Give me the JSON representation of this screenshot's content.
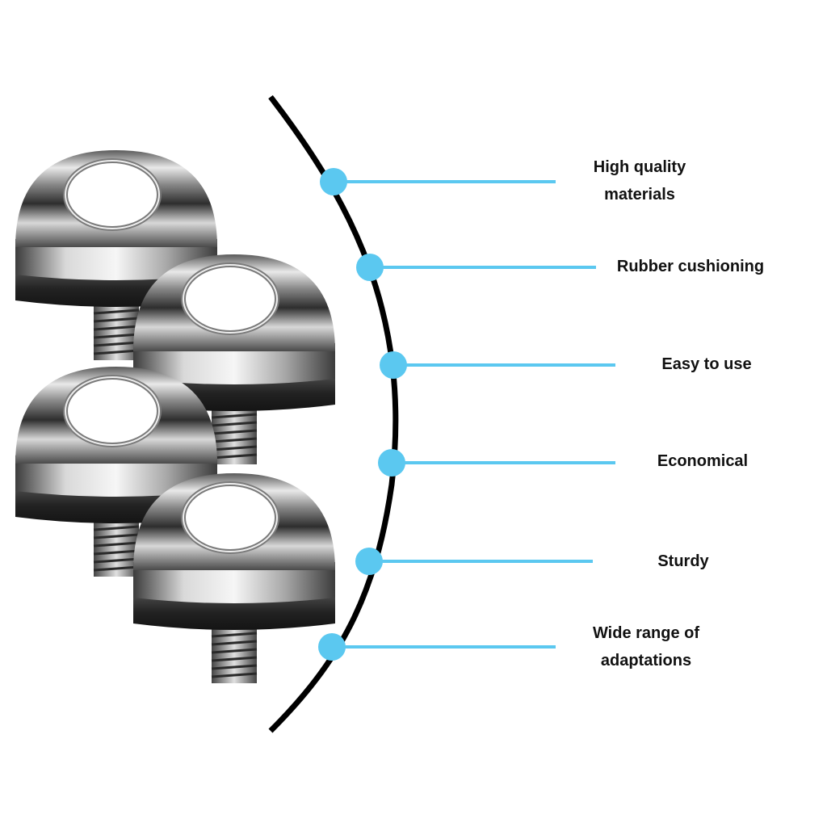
{
  "colors": {
    "background": "#ffffff",
    "arc": "#000000",
    "accent": "#5bc8f0",
    "text": "#111111",
    "metal_light": "#f2f2f2",
    "metal_dark": "#3a3a3a",
    "rubber": "#262626"
  },
  "product": {
    "name": "camera-strap-screw-ring-set",
    "quantity_shown": 4
  },
  "features": [
    {
      "lines": [
        "High quality",
        "materials"
      ]
    },
    {
      "lines": [
        "Rubber cushioning"
      ]
    },
    {
      "lines": [
        "Easy to use"
      ]
    },
    {
      "lines": [
        "Economical"
      ]
    },
    {
      "lines": [
        "Sturdy"
      ]
    },
    {
      "lines": [
        "Wide range of",
        "adaptations"
      ]
    }
  ]
}
